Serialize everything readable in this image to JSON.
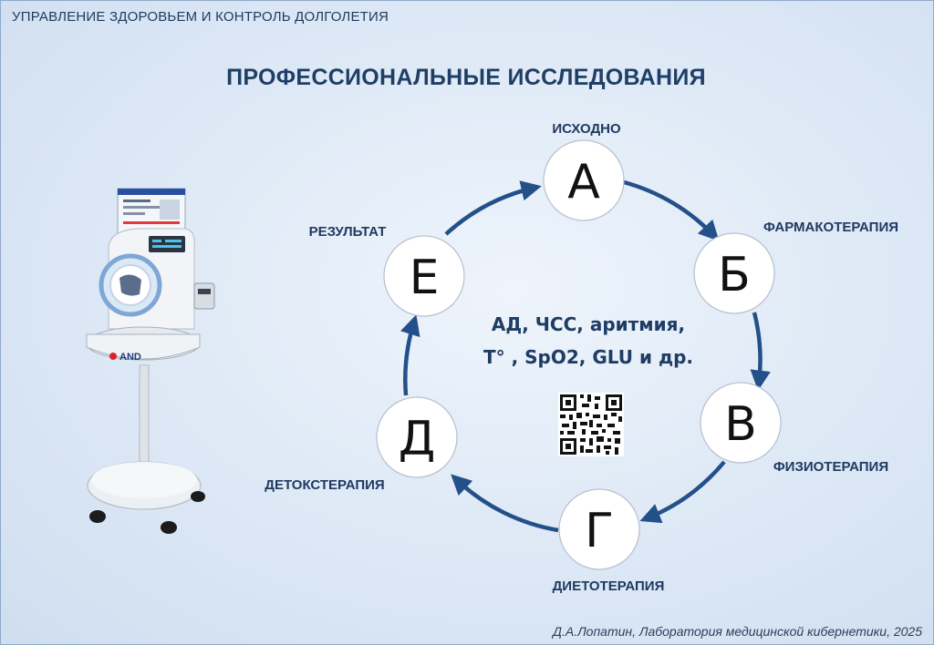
{
  "header": "УПРАВЛЕНИЕ ЗДОРОВЬЕМ И КОНТРОЛЬ ДОЛГОЛЕТИЯ",
  "title": "ПРОФЕССИОНАЛЬНЫЕ ИССЛЕДОВАНИЯ",
  "nodes": [
    {
      "letter": "А",
      "label": "ИСХОДНО"
    },
    {
      "letter": "Б",
      "label": "ФАРМАКОТЕРАПИЯ"
    },
    {
      "letter": "В",
      "label": "ФИЗИОТЕРАПИЯ"
    },
    {
      "letter": "Г",
      "label": "ДИЕТОТЕРАПИЯ"
    },
    {
      "letter": "Д",
      "label": "ДЕТОКСТЕРАПИЯ"
    },
    {
      "letter": "Е",
      "label": "РЕЗУЛЬТАТ"
    }
  ],
  "center": {
    "line1": "АД, ЧСС, аритмия,",
    "line2": "Т° , SpO2, GLU и др."
  },
  "footer": "Д.А.Лопатин, Лаборатория медицинской кибернетики, 2025",
  "colors": {
    "accent": "#24508a",
    "title": "#1f3f66"
  },
  "icons": [
    "qr-code-icon",
    "blood-pressure-kiosk-icon"
  ]
}
